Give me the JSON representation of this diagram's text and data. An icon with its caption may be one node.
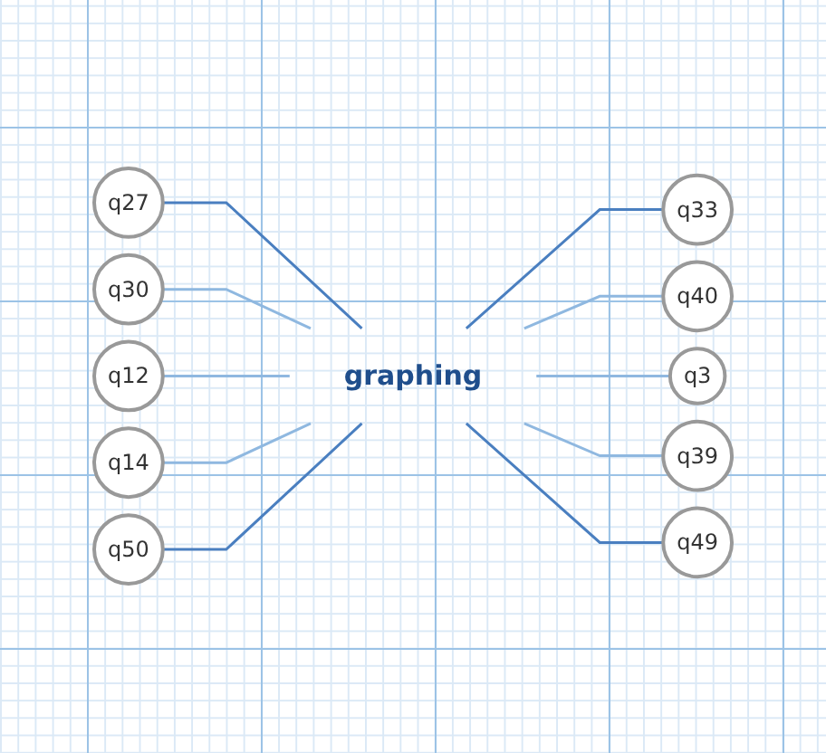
{
  "diagram": {
    "nodes": [
      {
        "text": [
          "graphing"
        ]
      },
      {
        "text": [
          "q27"
        ]
      },
      {
        "text": [
          "q33"
        ]
      },
      {
        "text": [
          "q40"
        ]
      },
      {
        "text": [
          "q3"
        ]
      },
      {
        "text": [
          "q39"
        ]
      },
      {
        "text": [
          "q49"
        ]
      },
      {
        "text": [
          "q30"
        ]
      },
      {
        "text": [
          "q12"
        ]
      },
      {
        "text": [
          "q14"
        ]
      },
      {
        "text": [
          "q50"
        ]
      }
    ],
    "edges": [
      {
        "from": 1,
        "to": 0,
        "arrow": "none",
        "color": "#4a7fc0"
      },
      {
        "from": 0,
        "to": 2,
        "arrow": "none",
        "color": "#4a7fc0"
      },
      {
        "from": 0,
        "to": 3,
        "arrow": "none"
      },
      {
        "from": 0,
        "to": 4,
        "arrow": "none"
      },
      {
        "from": 0,
        "to": 5,
        "arrow": "none"
      },
      {
        "from": 0,
        "to": 6,
        "arrow": "none",
        "color": "#4a7fc0"
      },
      {
        "from": 7,
        "to": 0,
        "arrow": "none"
      },
      {
        "from": 8,
        "to": 0,
        "arrow": "none"
      },
      {
        "from": 9,
        "to": 0,
        "arrow": "none"
      },
      {
        "from": 10,
        "to": 0,
        "arrow": "none",
        "color": "#4a7fc0"
      }
    ]
  }
}
